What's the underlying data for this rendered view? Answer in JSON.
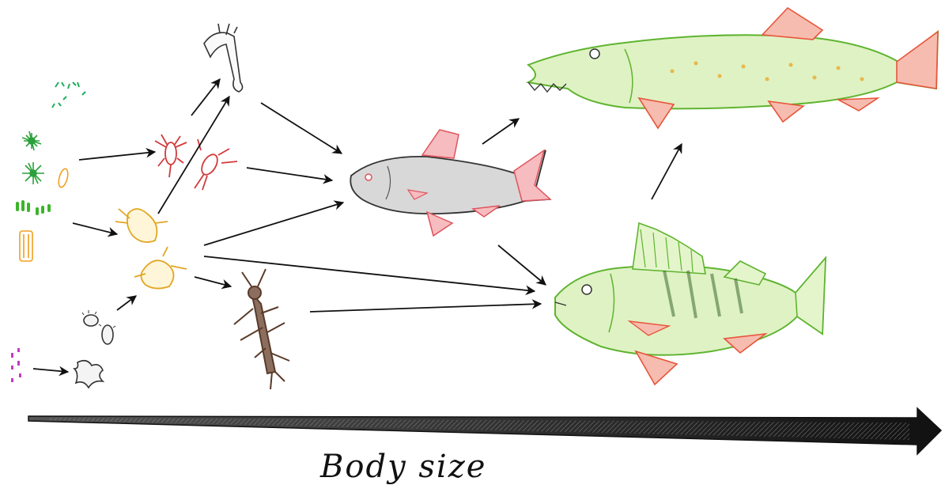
{
  "diagram": {
    "type": "food-web",
    "axis": {
      "label": "Body size",
      "direction": "left-to-right"
    },
    "organisms": [
      {
        "id": "phytoplankton",
        "icon": "algae-icon",
        "colors": [
          "#2aa13a",
          "#1fae5e",
          "#f0a020"
        ]
      },
      {
        "id": "bacteria",
        "icon": "bacteria-icon",
        "colors": [
          "#c03cc0"
        ]
      },
      {
        "id": "protozoa",
        "icon": "amoeba-icon",
        "colors": [
          "#444444"
        ]
      },
      {
        "id": "ciliates",
        "icon": "ciliate-icon",
        "colors": [
          "#444444"
        ]
      },
      {
        "id": "red-copepods",
        "icon": "copepod-icon",
        "colors": [
          "#d23a3a"
        ]
      },
      {
        "id": "yellow-zooplankton",
        "icon": "daphnia-icon",
        "colors": [
          "#e2a620"
        ]
      },
      {
        "id": "worm-larva",
        "icon": "larva-icon",
        "colors": [
          "#555555"
        ]
      },
      {
        "id": "insect-larva",
        "icon": "insect-larva-icon",
        "colors": [
          "#5a3a2a"
        ]
      },
      {
        "id": "roach",
        "icon": "roach-fish-icon",
        "colors": [
          "#777777",
          "#e0545c"
        ]
      },
      {
        "id": "pike",
        "icon": "pike-fish-icon",
        "colors": [
          "#5fb430",
          "#e8543a"
        ]
      },
      {
        "id": "perch",
        "icon": "perch-fish-icon",
        "colors": [
          "#5fb430",
          "#e8543a"
        ]
      }
    ],
    "links": [
      {
        "from": "phytoplankton",
        "to": "red-copepods"
      },
      {
        "from": "phytoplankton",
        "to": "yellow-zooplankton"
      },
      {
        "from": "bacteria",
        "to": "protozoa"
      },
      {
        "from": "ciliates",
        "to": "yellow-zooplankton"
      },
      {
        "from": "red-copepods",
        "to": "worm-larva"
      },
      {
        "from": "yellow-zooplankton",
        "to": "worm-larva"
      },
      {
        "from": "yellow-zooplankton",
        "to": "roach"
      },
      {
        "from": "yellow-zooplankton",
        "to": "insect-larva"
      },
      {
        "from": "yellow-zooplankton",
        "to": "perch"
      },
      {
        "from": "red-copepods",
        "to": "roach"
      },
      {
        "from": "worm-larva",
        "to": "roach"
      },
      {
        "from": "insect-larva",
        "to": "perch"
      },
      {
        "from": "roach",
        "to": "pike"
      },
      {
        "from": "roach",
        "to": "perch"
      },
      {
        "from": "perch",
        "to": "pike"
      }
    ]
  }
}
